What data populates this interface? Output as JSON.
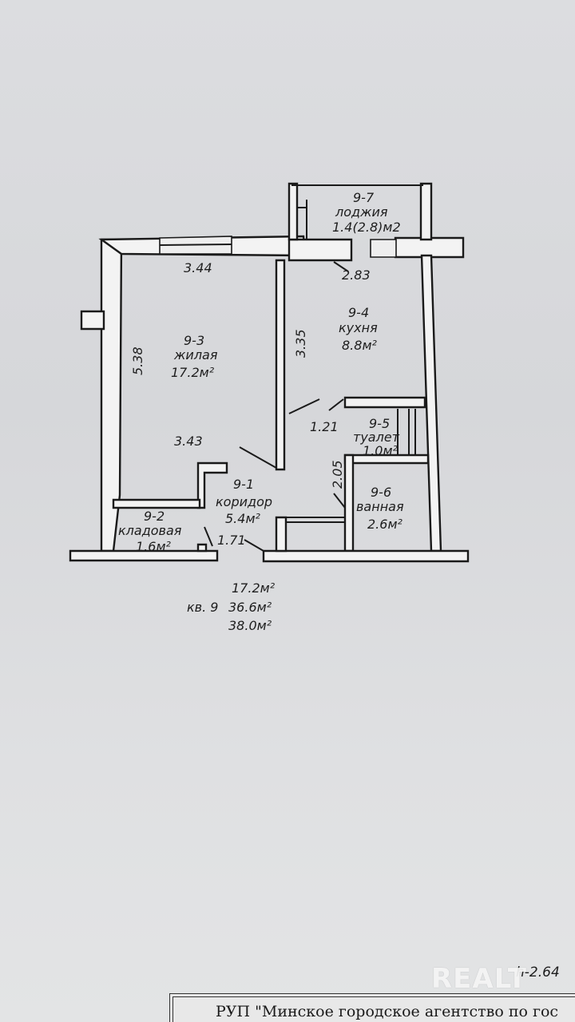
{
  "rooms": [
    {
      "id": "9-7",
      "name": "лоджия",
      "area": "1.4(2.8)м2"
    },
    {
      "id": "9-4",
      "name": "кухня",
      "area": "8.8м²"
    },
    {
      "id": "9-3",
      "name": "жилая",
      "area": "17.2м²"
    },
    {
      "id": "9-5",
      "name": "туалет",
      "area": "1.0м²"
    },
    {
      "id": "9-1",
      "name": "коридор",
      "area": "5.4м²"
    },
    {
      "id": "9-6",
      "name": "ванная",
      "area": "2.6м²"
    },
    {
      "id": "9-2",
      "name": "кладовая",
      "area": "1.6м²"
    }
  ],
  "dimensions": {
    "living_top": "3.44",
    "living_side": "5.38",
    "living_bottom": "3.43",
    "kitchen_side": "3.35",
    "loggia_width": "2.83",
    "toilet_width": "1.21",
    "bath_side": "2.05",
    "corridor_bottom": "1.71"
  },
  "summary": {
    "living_area": "17.2м²",
    "apartment_label": "кв. 9",
    "total_area": "36.6м²",
    "total_with_loggia": "38.0м²"
  },
  "footer": {
    "text": "РУП \"Минское городское агентство по гос",
    "ceiling_height": "h-2.64"
  },
  "watermark": "REALT"
}
